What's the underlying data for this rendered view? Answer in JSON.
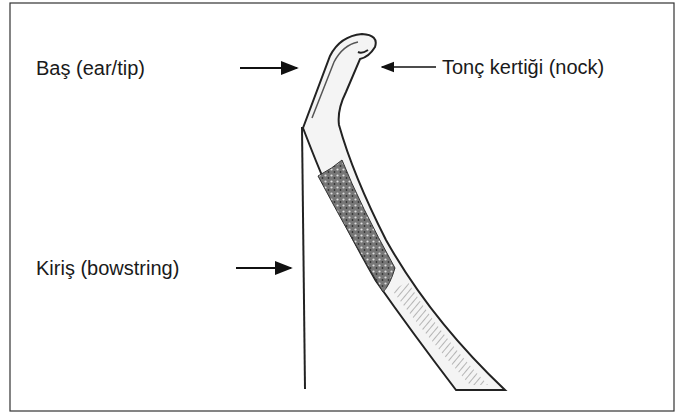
{
  "diagram": {
    "labels": [
      "Baş (ear/tip)",
      "Tonç kertiği (nock)",
      "Kiriş (bowstring)"
    ]
  }
}
